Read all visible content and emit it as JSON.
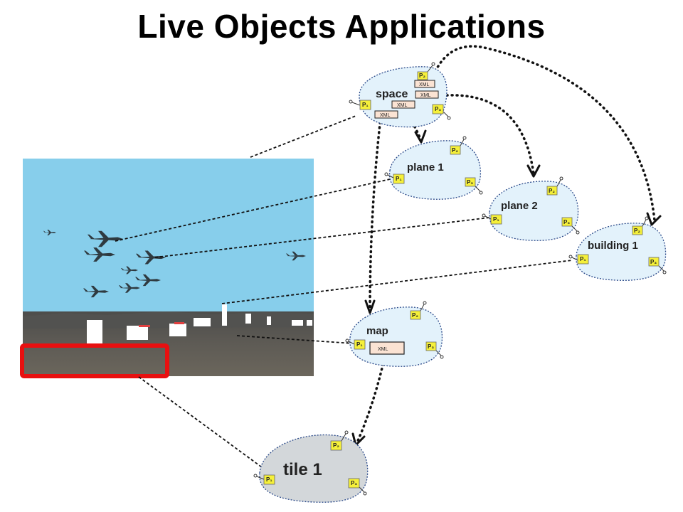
{
  "title": "Live Objects Applications",
  "nodes": {
    "space": {
      "label": "space",
      "ports": [
        "P₁",
        "P₂",
        "P₃"
      ],
      "xml": [
        "XML",
        "XML",
        "XML",
        "XML"
      ]
    },
    "plane1": {
      "label": "plane 1",
      "ports": [
        "P₁",
        "P₂",
        "P₃"
      ]
    },
    "plane2": {
      "label": "plane 2",
      "ports": [
        "P₁",
        "P₂",
        "P₃"
      ]
    },
    "building1": {
      "label": "building 1",
      "ports": [
        "P₁",
        "P₂",
        "P₃"
      ]
    },
    "map": {
      "label": "map",
      "ports": [
        "P₁",
        "P₂",
        "P₃"
      ],
      "xml": [
        "XML"
      ]
    },
    "tile1": {
      "label": "tile 1",
      "ports": [
        "P₁",
        "P₂",
        "P₃"
      ]
    }
  },
  "colors": {
    "node_fill": "#e3f2fb",
    "tile_fill": "#d3d7da",
    "port_fill": "#f5f03a",
    "sky": "#87ceeb",
    "ground": "#5b5a56",
    "highlight": "#e81010"
  }
}
